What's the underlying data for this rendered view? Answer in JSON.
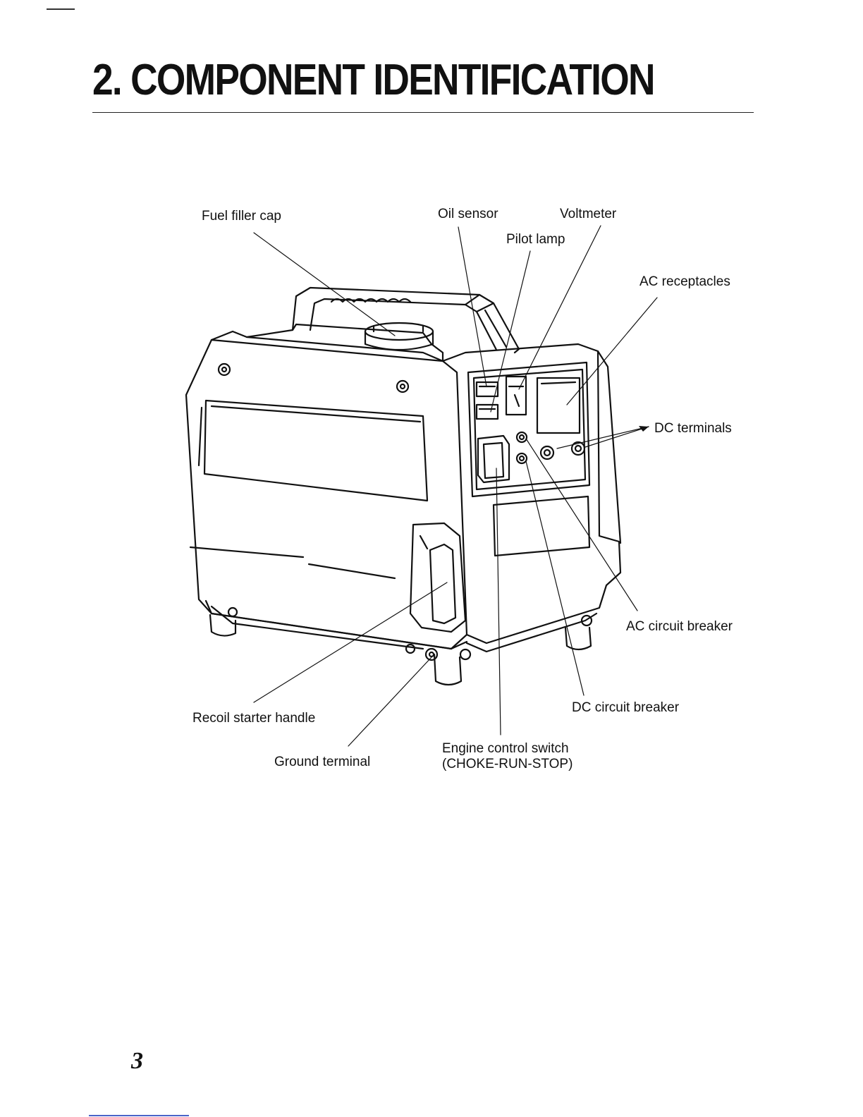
{
  "page": {
    "title": "2. COMPONENT IDENTIFICATION",
    "page_number": "3"
  },
  "labels": {
    "fuel_filler_cap": "Fuel filler cap",
    "oil_sensor": "Oil sensor",
    "voltmeter": "Voltmeter",
    "pilot_lamp": "Pilot lamp",
    "ac_receptacles": "AC receptacles",
    "dc_terminals": "DC terminals",
    "ac_circuit_breaker": "AC circuit breaker",
    "dc_circuit_breaker": "DC circuit breaker",
    "recoil_starter_handle": "Recoil starter handle",
    "ground_terminal": "Ground terminal",
    "engine_control_switch_line1": "Engine control switch",
    "engine_control_switch_line2": "(CHOKE-RUN-STOP)"
  }
}
